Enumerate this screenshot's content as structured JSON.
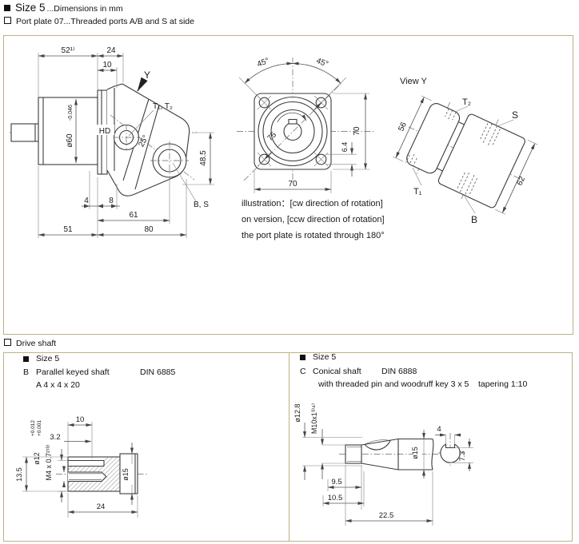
{
  "header": {
    "size_title": "Size 5",
    "size_subtitle": "...Dimensions in mm",
    "port_plate": "Port plate 07...Threaded ports A/B and S at side",
    "drive_shaft": "Drive shaft"
  },
  "note": {
    "line1": "illustration：[cw direction of rotation]",
    "line2": "on version, [ccw direction of rotation]",
    "line3": "the port plate is rotated through 180°"
  },
  "side_view": {
    "dim_52": "52¹⁾",
    "dim_24": "24",
    "dim_10": "10",
    "dia_60": "ø60",
    "dia_60_tol": "-0.046",
    "label_hd": "HD",
    "label_y": "Y",
    "label_t1t2": "T₁, T₂",
    "angle_25": "25°",
    "dim_48_5": "48.5",
    "dim_4": "4",
    "dim_8": "8",
    "dim_61": "61",
    "dim_51": "51",
    "dim_80": "80",
    "label_bs": "B, S"
  },
  "flange_view": {
    "angle_left": "45°",
    "angle_right": "45°",
    "dim_75": "75",
    "dim_70_right": "70",
    "dim_6_4": "6.4",
    "dim_70_bottom": "70"
  },
  "view_y": {
    "title": "View Y",
    "label_t2": "T₂",
    "label_s": "S",
    "label_t1": "T₁",
    "label_b": "B",
    "dim_56": "56",
    "dim_62": "62"
  },
  "shaft_b": {
    "size": "Size 5",
    "code": "B",
    "name": "Parallel keyed shaft",
    "standard": "DIN 6885",
    "key_spec": "A 4 x 4 x 20",
    "dim_10": "10",
    "dim_3_2": "3.2",
    "dia_12": "ø12",
    "dia_12_tol_upper": "+0.012",
    "dia_12_tol_lower": "+0.001",
    "thread": "M4 x 0.7²⁾³⁾",
    "dim_13_5": "13.5",
    "dia_15": "ø15",
    "dim_24": "24"
  },
  "shaft_c": {
    "size": "Size 5",
    "code": "C",
    "name": "Conical shaft",
    "standard": "DIN 6888",
    "desc": "with threaded pin and woodruff key 3 x 5",
    "taper": "tapering 1:10",
    "dia_12_8": "ø12.8",
    "thread": "M10x1³⁾⁴⁾",
    "dia_15": "ø15",
    "dim_9_5": "9.5",
    "dim_10_5": "10.5",
    "dim_22_5": "22.5",
    "dim_4": "4",
    "dim_7_3": "7.3"
  }
}
